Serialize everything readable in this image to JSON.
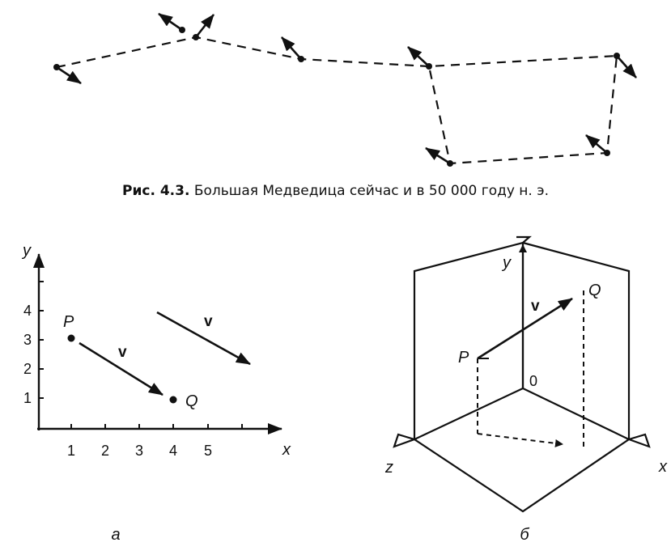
{
  "caption": {
    "prefix": "Рис. 4.3.",
    "text": "Большая Медведица сейчас и в 50 000 году н. э."
  },
  "panel_a": {
    "axis_x": "x",
    "axis_y": "y",
    "x_ticks": [
      "1",
      "2",
      "3",
      "4",
      "5"
    ],
    "y_ticks": [
      "1",
      "2",
      "3",
      "4"
    ],
    "point_p": "P",
    "point_q": "Q",
    "vector_label": "v",
    "vector_label_free": "v",
    "sublabel": "а"
  },
  "panel_b": {
    "axis_x": "x",
    "axis_y": "y",
    "axis_z": "z",
    "origin": "0",
    "point_p": "P",
    "point_q": "Q",
    "vector_label": "v",
    "sublabel": "б"
  },
  "colors": {
    "ink": "#111111",
    "background": "#ffffff"
  }
}
